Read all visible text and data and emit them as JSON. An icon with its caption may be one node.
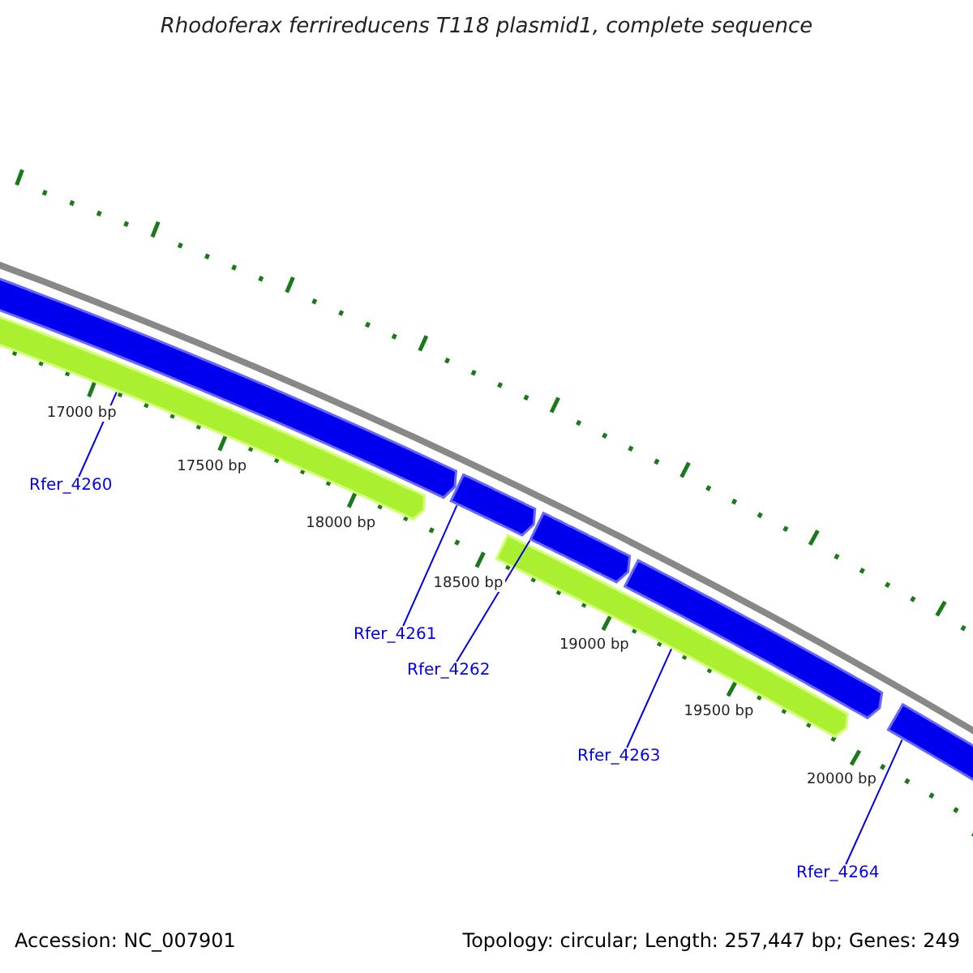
{
  "diagram": {
    "title": "Rhodoferax ferrireducens T118 plasmid1, complete sequence",
    "nodes": [
      {
        "text": [],
        "shape": "bar"
      },
      {
        "text": [],
        "shape": "bar"
      },
      {
        "text": [],
        "shape": "bar"
      },
      {
        "text": [],
        "shape": "bar"
      },
      {
        "text": [],
        "shape": "bar"
      },
      {
        "text": [],
        "shape": "bar"
      },
      {
        "text": [],
        "shape": "bar"
      },
      {
        "text": [
          "Rfer_4260"
        ]
      },
      {
        "text": [
          "Rfer_4261"
        ]
      },
      {
        "text": [
          "Rfer_4262"
        ]
      },
      {
        "text": [
          "Rfer_4263"
        ]
      },
      {
        "text": [
          "Rfer_4264"
        ]
      }
    ],
    "edges": [
      {
        "from": 7,
        "to": 1,
        "arrow": "none"
      },
      {
        "from": 8,
        "to": 2,
        "arrow": "none"
      },
      {
        "from": 9,
        "to": 3,
        "arrow": "none"
      },
      {
        "from": 10,
        "to": 4,
        "arrow": "none"
      },
      {
        "from": 11,
        "to": 6,
        "arrow": "none"
      }
    ],
    "labels": [
      "17000 bp",
      "17500 bp",
      "18000 bp",
      "18500 bp",
      "19000 bp",
      "19500 bp",
      "20000 bp",
      "Accession: NC_007901",
      "Topology: circular; Length: 257,447 bp; Genes: 249"
    ]
  }
}
